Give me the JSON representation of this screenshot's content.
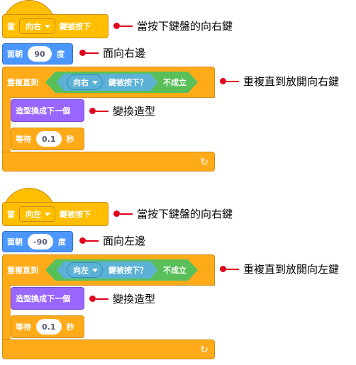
{
  "scripts": [
    {
      "hat": {
        "when": "當",
        "key": "向右",
        "pressed": "鍵被按下",
        "note": "當按下鍵盤的向右鍵"
      },
      "point": {
        "label": "面朝",
        "degrees": "90",
        "unit": "度",
        "note": "面向右邊"
      },
      "repeat": {
        "label": "重複直到",
        "key": "向右",
        "pressed": "鍵被按下？",
        "not": "不成立",
        "note": "重複直到放開向右鍵"
      },
      "next_costume": {
        "label": "造型換成下一個",
        "note": "變換造型"
      },
      "wait": {
        "label": "等待",
        "value": "0.1",
        "unit": "秒"
      }
    },
    {
      "hat": {
        "when": "當",
        "key": "向左",
        "pressed": "鍵被按下",
        "note": "當按下鍵盤的向右鍵"
      },
      "point": {
        "label": "面朝",
        "degrees": "-90",
        "unit": "度",
        "note": "面向左邊"
      },
      "repeat": {
        "label": "重複直到",
        "key": "向左",
        "pressed": "鍵被按下？",
        "not": "不成立",
        "note": "重複直到放開向左鍵"
      },
      "next_costume": {
        "label": "造型換成下一個",
        "note": "變換造型"
      },
      "wait": {
        "label": "等待",
        "value": "0.1",
        "unit": "秒"
      }
    }
  ],
  "icons": {
    "dropdown": "caret-down-icon",
    "loop": "loop-arrow-icon",
    "annotation": "red-dot-pointer"
  },
  "colors": {
    "events": "#ffbf00",
    "motion": "#4c97ff",
    "control": "#ffab19",
    "operators": "#59c059",
    "sensing": "#5cb1d6",
    "looks": "#9966ff",
    "annotation": "#e0001b"
  }
}
